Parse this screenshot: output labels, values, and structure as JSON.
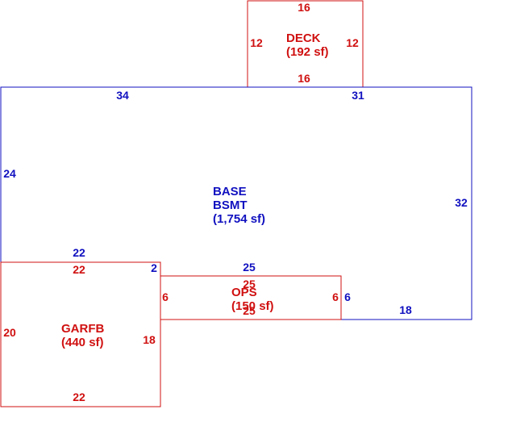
{
  "colors": {
    "blue": "#1010c0",
    "red": "#d01010",
    "background": "#ffffff"
  },
  "areas": {
    "deck": {
      "name": "DECK",
      "size": "(192 sf)",
      "dims": {
        "top": "16",
        "left": "12",
        "right": "12",
        "bottom": "16"
      }
    },
    "base": {
      "name_line1": "BASE",
      "name_line2": "BSMT",
      "size": "(1,754 sf)",
      "dims": {
        "top_left": "34",
        "top_right": "31",
        "left": "24",
        "right": "32",
        "bottom_left": "22",
        "step": "2",
        "notch_top": "25",
        "notch_right": "6",
        "bottom_right": "18"
      }
    },
    "ops": {
      "name": "OPS",
      "size": "(150 sf)",
      "dims": {
        "top": "25",
        "bottom": "25",
        "left": "6",
        "right": "6"
      }
    },
    "garfb": {
      "name": "GARFB",
      "size": "(440 sf)",
      "dims": {
        "top": "22",
        "left": "20",
        "right": "18",
        "bottom": "22"
      }
    }
  }
}
